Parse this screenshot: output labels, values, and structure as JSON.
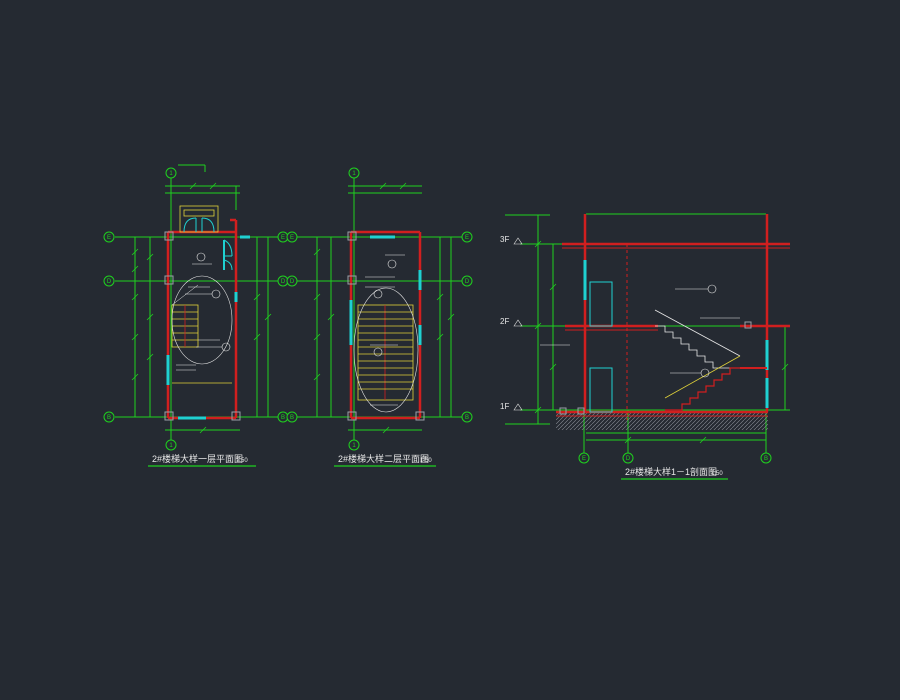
{
  "drawing": {
    "colors": {
      "background": "#252a32",
      "wall": "#d11f1f",
      "axis": "#1fd11f",
      "window": "#1fd1d1",
      "stair": "#e0d23a",
      "text": "#e8e8e8",
      "column": "#9aa0a8"
    },
    "plans": [
      {
        "title": "2#楼梯大样一层平面图",
        "scale": "1:50",
        "axis_top": "1",
        "axis_rows": [
          "E",
          "D",
          "B"
        ]
      },
      {
        "title": "2#楼梯大样二层平面图",
        "scale": "1:50",
        "axis_top": "1",
        "axis_rows": [
          "E",
          "D",
          "B"
        ]
      }
    ],
    "section": {
      "title": "2#楼梯大样1－1剖面图",
      "scale": "1:50",
      "floors": [
        "3F",
        "2F",
        "1F"
      ],
      "axes": [
        "E",
        "D",
        "B"
      ]
    }
  }
}
